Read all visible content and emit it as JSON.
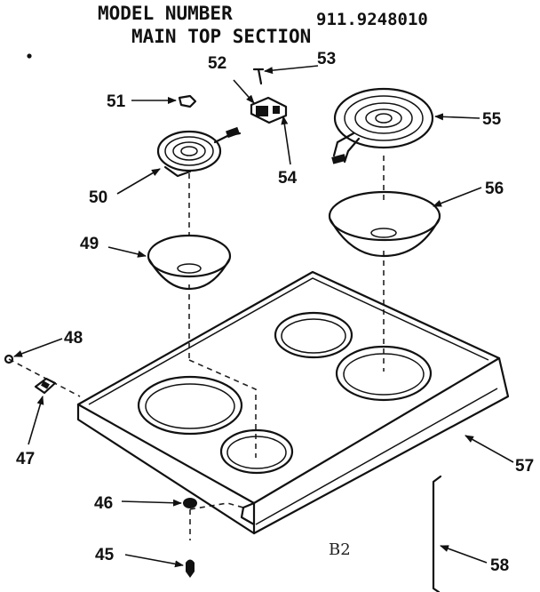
{
  "header": {
    "model_label": "MODEL NUMBER",
    "model_number": "911.9248010",
    "section_title": "MAIN TOP SECTION"
  },
  "parts": [
    {
      "id": "45",
      "label": "45"
    },
    {
      "id": "46",
      "label": "46"
    },
    {
      "id": "47",
      "label": "47"
    },
    {
      "id": "48",
      "label": "48"
    },
    {
      "id": "49",
      "label": "49"
    },
    {
      "id": "50",
      "label": "50"
    },
    {
      "id": "51",
      "label": "51"
    },
    {
      "id": "52",
      "label": "52"
    },
    {
      "id": "53",
      "label": "53"
    },
    {
      "id": "54",
      "label": "54"
    },
    {
      "id": "55",
      "label": "55"
    },
    {
      "id": "56",
      "label": "56"
    },
    {
      "id": "57",
      "label": "57"
    },
    {
      "id": "58",
      "label": "58"
    }
  ],
  "diagram_code": "B2"
}
